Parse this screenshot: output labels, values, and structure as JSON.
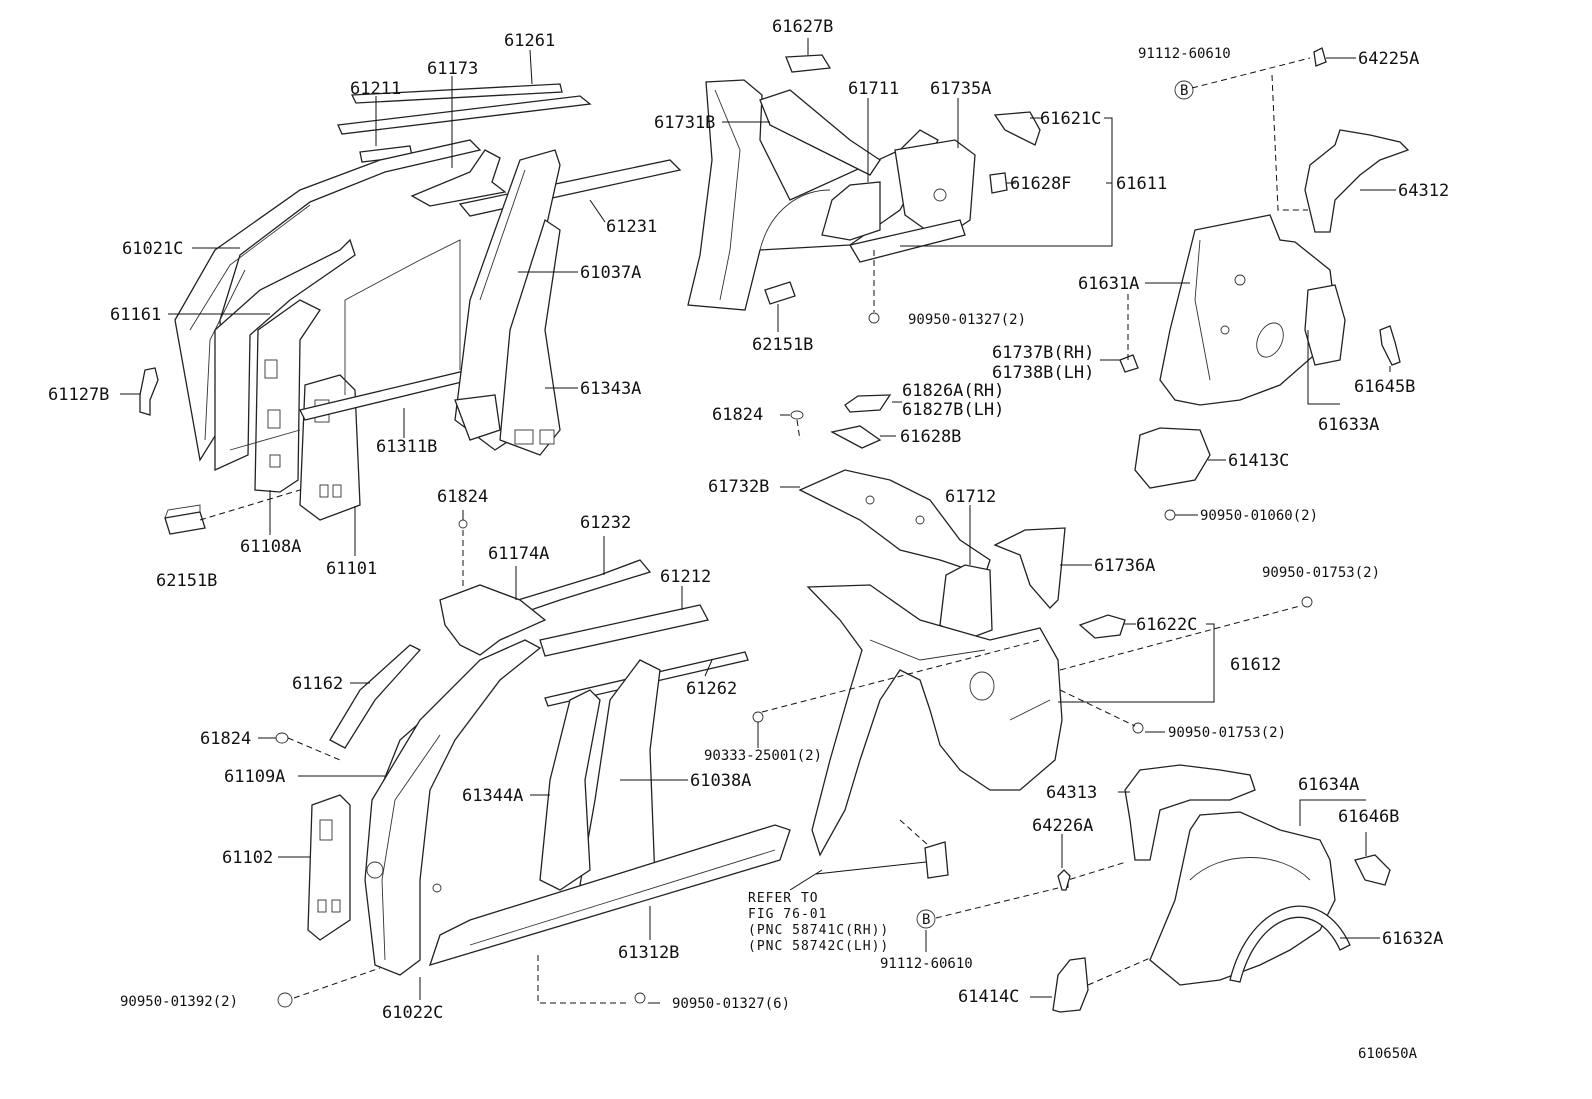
{
  "labels": {
    "l61261": "61261",
    "l61211": "61211",
    "l61173": "61173",
    "l61021C": "61021C",
    "l61161": "61161",
    "l61127B": "61127B",
    "l61231": "61231",
    "l61037A": "61037A",
    "l61343A": "61343A",
    "l61311B": "61311B",
    "l62151B_a": "62151B",
    "l61108A": "61108A",
    "l61101": "61101",
    "l61627B": "61627B",
    "l61731B": "61731B",
    "l61711": "61711",
    "l61735A": "61735A",
    "l61621C": "61621C",
    "l61628F": "61628F",
    "l61611": "61611",
    "l62151B_b": "62151B",
    "l90950_01327_2": "90950-01327(2)",
    "l91112_60610_a": "91112-60610",
    "l64225A": "64225A",
    "l64312": "64312",
    "l61631A": "61631A",
    "l61737B": "61737B(RH)",
    "l61738B": "61738B(LH)",
    "l61645B": "61645B",
    "l61633A": "61633A",
    "l61413C": "61413C",
    "l90950_01060": "90950-01060(2)",
    "l61824_a": "61824",
    "l61826A": "61826A(RH)",
    "l61827B": "61827B(LH)",
    "l61628B": "61628B",
    "l61732B": "61732B",
    "l61712": "61712",
    "l61736A": "61736A",
    "l61824_b": "61824",
    "l61232": "61232",
    "l61174A": "61174A",
    "l61212": "61212",
    "l61162": "61162",
    "l61262": "61262",
    "l61824_c": "61824",
    "l61109A": "61109A",
    "l61344A": "61344A",
    "l61038A": "61038A",
    "l61102": "61102",
    "l90333": "90333-25001(2)",
    "l90950_01753_a": "90950-01753(2)",
    "l61622C": "61622C",
    "l61612": "61612",
    "l90950_01753_b": "90950-01753(2)",
    "l64313": "64313",
    "l61634A": "61634A",
    "l61646B": "61646B",
    "l64226A": "64226A",
    "l61632A": "61632A",
    "l61312B": "61312B",
    "l90950_01392": "90950-01392(2)",
    "l61022C": "61022C",
    "l90950_01327_6": "90950-01327(6)",
    "l91112_60610_b": "91112-60610",
    "l61414C": "61414C",
    "ref1": "REFER TO",
    "ref2": "FIG 76-01",
    "ref3": "(PNC 58741C(RH))",
    "ref4": "(PNC 58742C(LH))",
    "bolt_b1": "B",
    "bolt_b2": "B",
    "figure_id": "610650A"
  }
}
